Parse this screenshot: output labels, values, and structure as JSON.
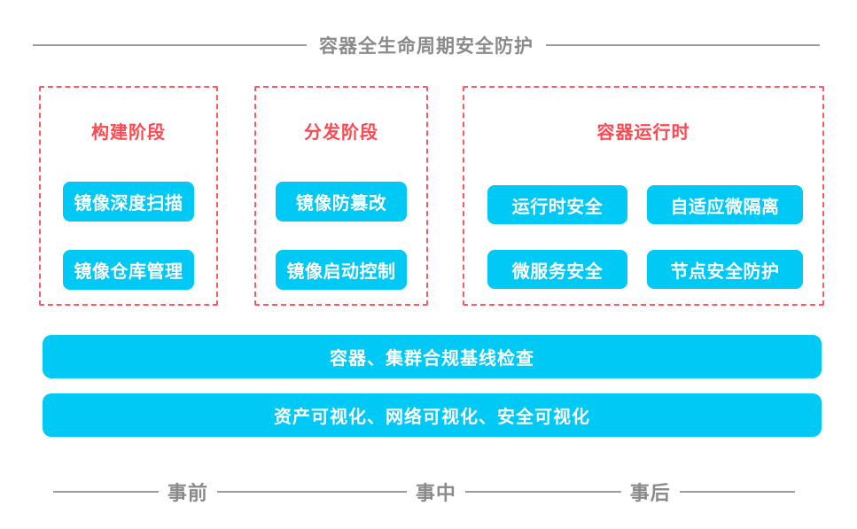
{
  "title": "容器全生命周期安全防护",
  "colors": {
    "cyan": "#00c9f5",
    "red-border": "#fc5a60",
    "red-text": "#fb4a52",
    "gray-text": "#8a8a8a",
    "gray-line": "#9c9c9c",
    "pill-text": "#ffffff"
  },
  "panels": [
    {
      "title": "构建阶段",
      "buttons": [
        "镜像深度扫描",
        "镜像仓库管理"
      ]
    },
    {
      "title": "分发阶段",
      "buttons": [
        "镜像防篡改",
        "镜像启动控制"
      ]
    },
    {
      "title": "容器运行时",
      "buttons": [
        "运行时安全",
        "自适应微隔离",
        "微服务安全",
        "节点安全防护"
      ]
    }
  ],
  "bars": [
    "容器、集群合规基线检查",
    "资产可视化、网络可视化、安全可视化"
  ],
  "timeline": [
    "事前",
    "事中",
    "事后"
  ]
}
